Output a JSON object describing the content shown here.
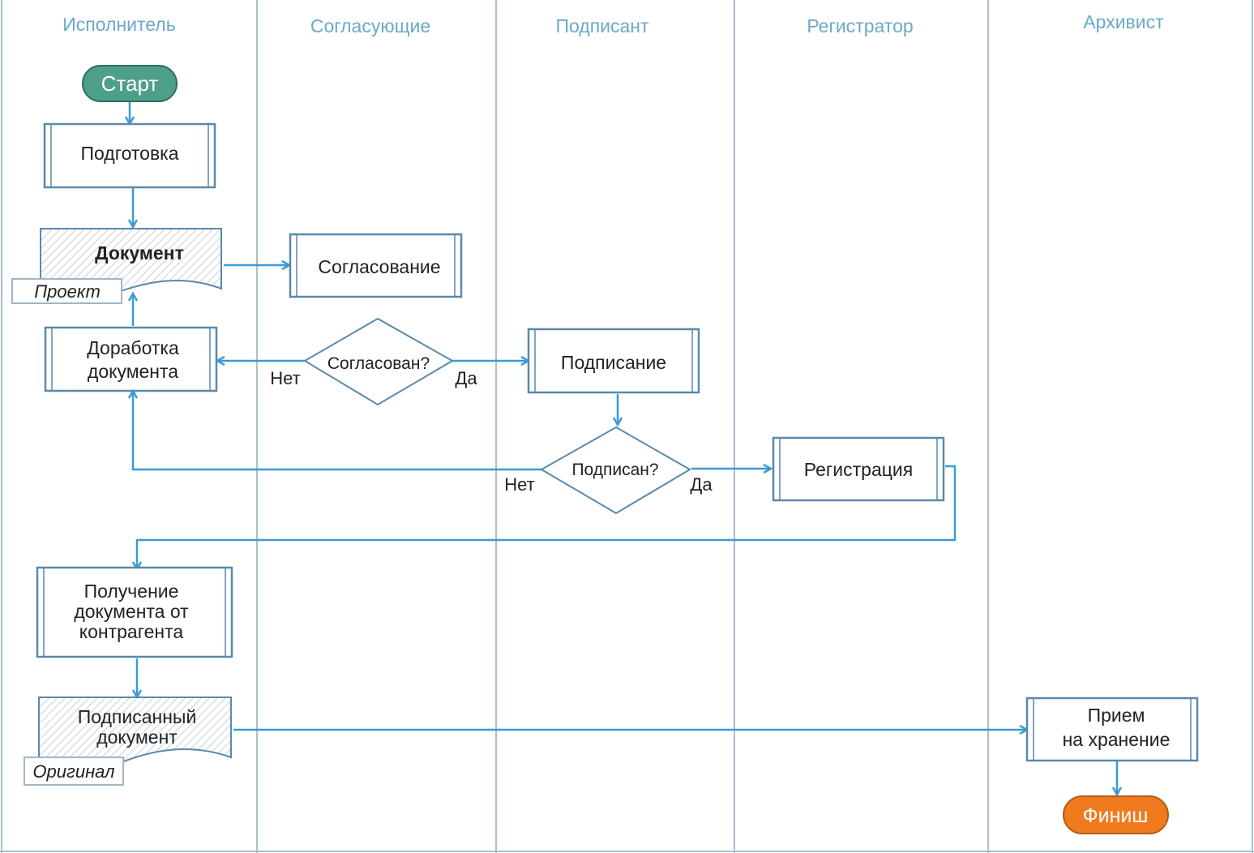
{
  "lanes": [
    "Исполнитель",
    "Согласующие",
    "Подписант",
    "Регистратор",
    "Архивист"
  ],
  "start_label": "Старт",
  "finish_label": "Финиш",
  "colors": {
    "start": "#4e9f8a",
    "finish": "#f07a1e",
    "edge": "#3a9bd3",
    "lane_title": "#6aa9c9"
  },
  "nodes": {
    "prepare": "Подготовка",
    "document": "Документ",
    "document_tag": "Проект",
    "approval": "Согласование",
    "rework_line1": "Доработка",
    "rework_line2": "документа",
    "approved_question": "Согласован?",
    "signing": "Подписание",
    "signed_question": "Подписан?",
    "registration": "Регистрация",
    "receive_line1": "Получение",
    "receive_line2": "документа от",
    "receive_line3": "контрагента",
    "signed_doc_line1": "Подписанный",
    "signed_doc_line2": "документ",
    "signed_doc_tag": "Оригинал",
    "archive_line1": "Прием",
    "archive_line2": "на хранение"
  },
  "edge_labels": {
    "approved_no": "Нет",
    "approved_yes": "Да",
    "signed_no": "Нет",
    "signed_yes": "Да"
  }
}
